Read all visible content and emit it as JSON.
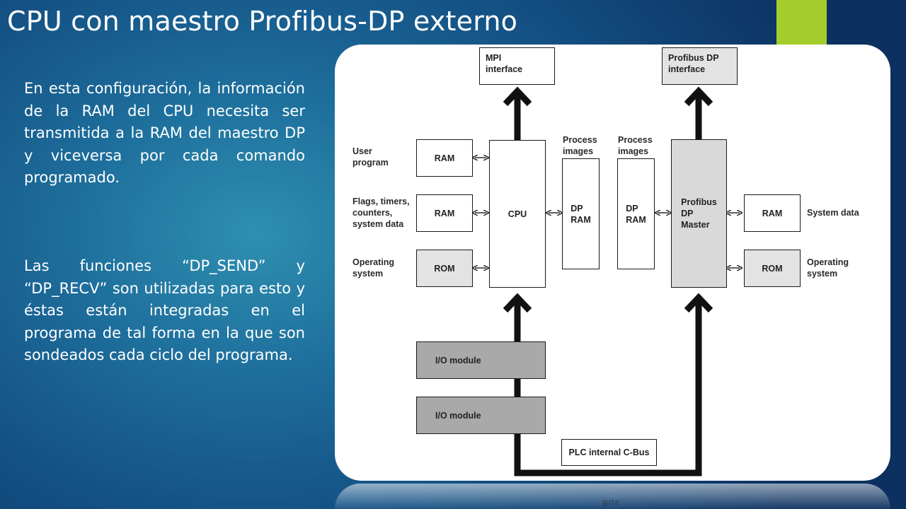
{
  "slide": {
    "title": "CPU con maestro Profibus-DP externo",
    "accent_color": "#a4cd2c",
    "paragraph1": "En esta configuración, la información de la RAM del CPU necesita ser transmitida a la RAM del maestro DP y viceversa por cada comando programado.",
    "paragraph2": "Las funciones “DP_SEND” y “DP_RECV” son utilizadas para esto y éstas están integradas en el programa de tal forma en la que son sondeados cada ciclo del programa."
  },
  "diagram": {
    "mpi_interface": "MPI\ninterface",
    "profibus_interface": "Profibus DP\ninterface",
    "ram1": "RAM",
    "ram2": "RAM",
    "rom1": "ROM",
    "cpu": "CPU",
    "dp_ram_left": "DP\nRAM",
    "dp_ram_right": "DP\nRAM",
    "profibus_master": "Profibus\nDP\nMaster",
    "ram_right": "RAM",
    "rom_right": "ROM",
    "io_module1": "I/O module",
    "io_module2": "I/O module",
    "plc_bus": "PLC internal C-Bus",
    "label_user_program": "User\nprogram",
    "label_flags": "Flags, timers,\ncounters,\nsystem data",
    "label_operating_left": "Operating\nsystem",
    "label_process_left": "Process\nimages",
    "label_process_right": "Process\nimages",
    "label_system_data": "System data",
    "label_operating_right": "Operating\nsystem",
    "reflection_text": "PLC internal C-Bus"
  }
}
